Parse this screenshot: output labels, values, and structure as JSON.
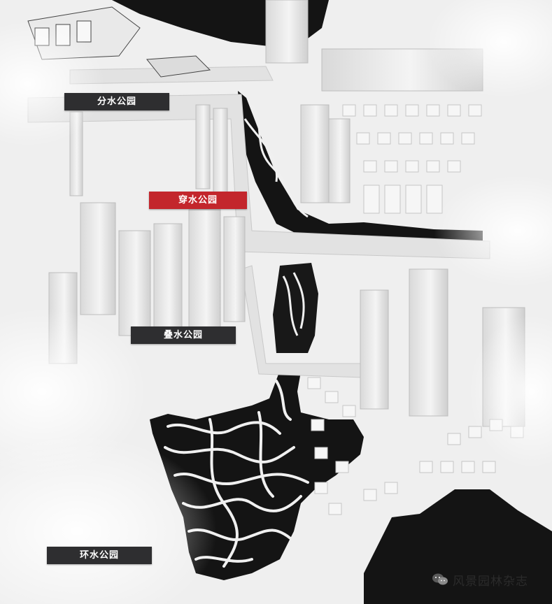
{
  "labels": {
    "fenshui": "分水公园",
    "chuanshui": "穿水公园",
    "dieshui": "叠水公园",
    "huanshui": "环水公园"
  },
  "watermark": {
    "text": "风景园林杂志",
    "icon": "wechat-icon"
  },
  "colors": {
    "water": "#141414",
    "label_dark": "#2e2e30",
    "label_highlight": "#c3262c",
    "building": "#e6e6e6"
  }
}
